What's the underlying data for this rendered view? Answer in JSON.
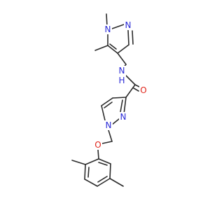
{
  "molecule": {
    "atoms": {
      "n_methyl_n1": "N",
      "n_pyrazole_top_n2": "N",
      "n_amide": "N",
      "h_amide": "H",
      "o_carbonyl": "O",
      "n_pyrazole_bottom_n1": "N",
      "n_pyrazole_bottom_n2": "N",
      "o_ether": "O"
    },
    "colors": {
      "nitrogen": "#2a2ad6",
      "oxygen": "#e0251b",
      "bond": "#2b2b2b"
    }
  }
}
